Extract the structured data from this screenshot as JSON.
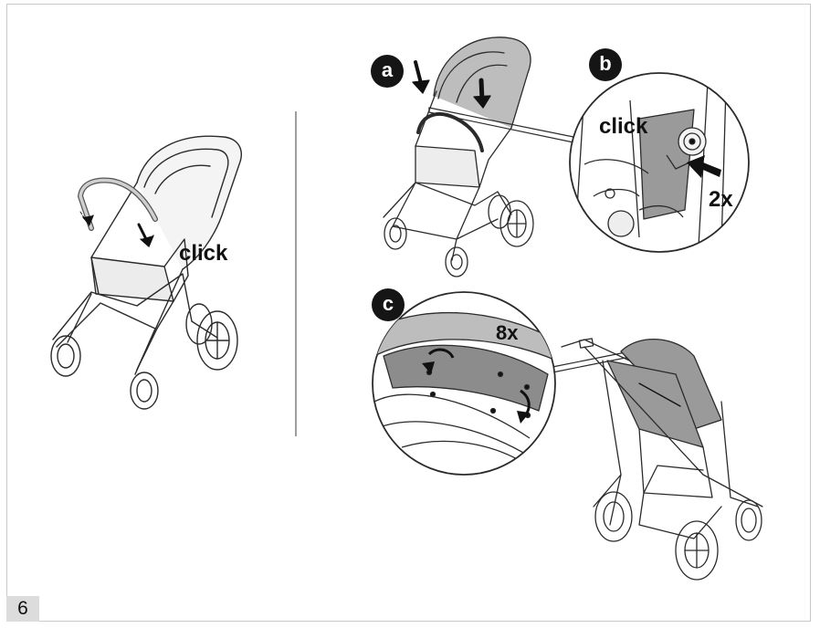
{
  "page_number": "6",
  "left_panel": {
    "click_label": "click"
  },
  "step_a": {
    "badge": "a"
  },
  "step_b": {
    "badge": "b",
    "click_label": "click",
    "count_label": "2x"
  },
  "step_c": {
    "badge": "c",
    "count_label": "8x"
  },
  "colors": {
    "badge": "#151515",
    "line_art": "#2b2b2b",
    "fabric_shade": "#8c8c8c",
    "page_tab": "#dcdcdc"
  }
}
